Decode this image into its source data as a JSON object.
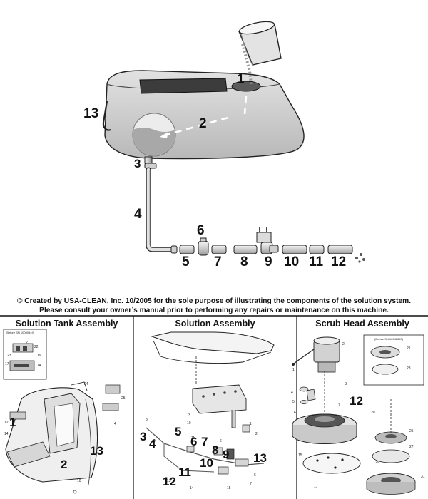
{
  "caption": {
    "line1": "© Created by USA-CLEAN, Inc. 10/2005 for the sole purpose of illustrating the components of the solution system.",
    "line2": "Please consult your owner’s manual prior to performing any repairs or maintenance on this machine."
  },
  "main_labels": [
    "1",
    "2",
    "3",
    "4",
    "5",
    "6",
    "7",
    "8",
    "9",
    "10",
    "11",
    "12",
    "13"
  ],
  "panels": {
    "tank": {
      "title": "Solution Tank Assembly",
      "inset_note": "(Before SN 10000549)",
      "labels": [
        "1",
        "2",
        "13"
      ]
    },
    "solution": {
      "title": "Solution Assembly",
      "labels": [
        "3",
        "4",
        "5",
        "6",
        "7",
        "8",
        "9",
        "10",
        "11",
        "12",
        "13"
      ]
    },
    "scrub": {
      "title": "Scrub Head Assembly",
      "inset_note": "(Before SN 10046653)",
      "labels": [
        "12"
      ]
    }
  }
}
